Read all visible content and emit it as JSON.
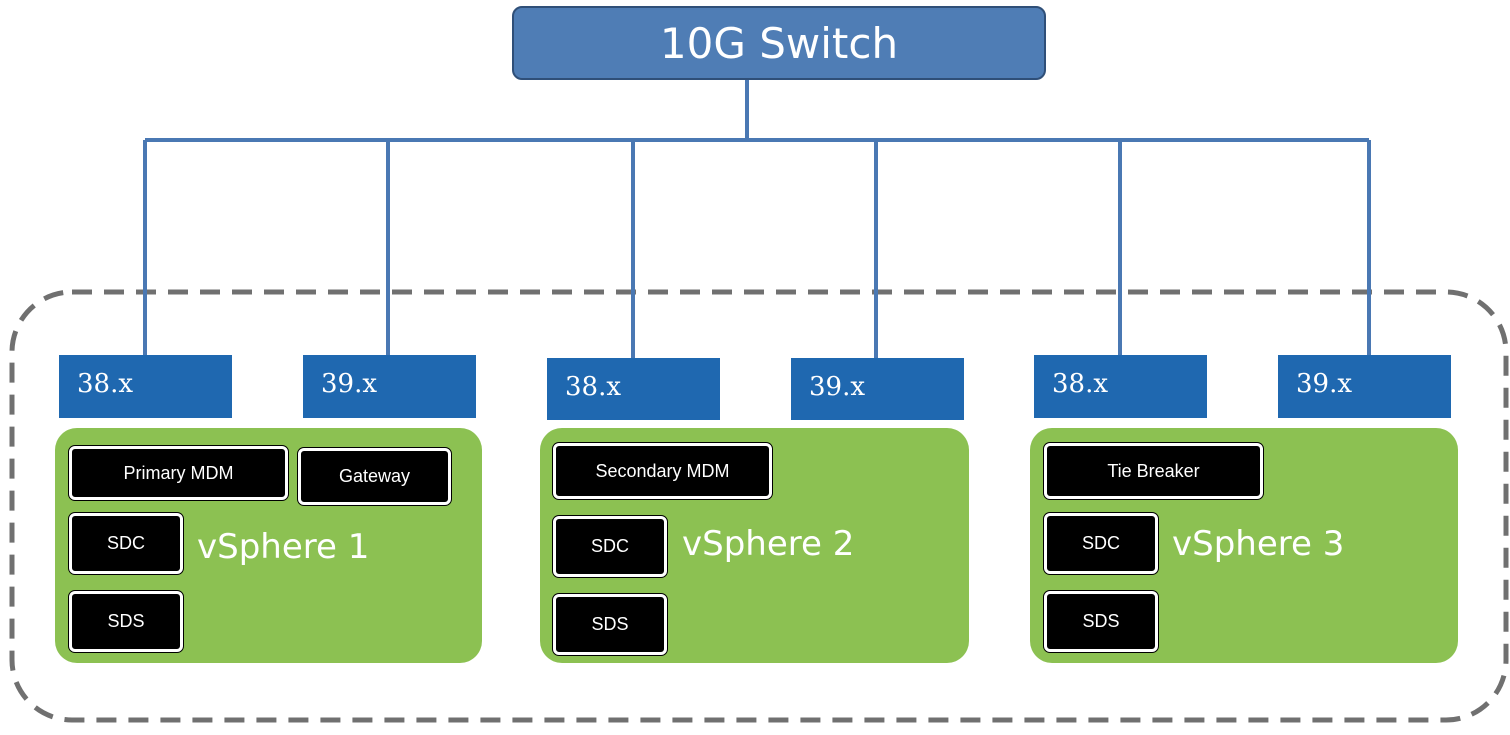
{
  "switch": {
    "label": "10G Switch"
  },
  "colors": {
    "switch": "#4f7db5",
    "nic": "#1f68b0",
    "host": "#8cc152",
    "wire": "#4a78b3",
    "cluster_border": "#707070"
  },
  "hosts": [
    {
      "name": "vSphere 1",
      "nics": [
        "38.x",
        "39.x"
      ],
      "services": [
        "Primary MDM",
        "Gateway",
        "SDC",
        "SDS"
      ]
    },
    {
      "name": "vSphere 2",
      "nics": [
        "38.x",
        "39.x"
      ],
      "services": [
        "Secondary MDM",
        "SDC",
        "SDS"
      ]
    },
    {
      "name": "vSphere 3",
      "nics": [
        "38.x",
        "39.x"
      ],
      "services": [
        "Tie Breaker",
        "SDC",
        "SDS"
      ]
    }
  ]
}
